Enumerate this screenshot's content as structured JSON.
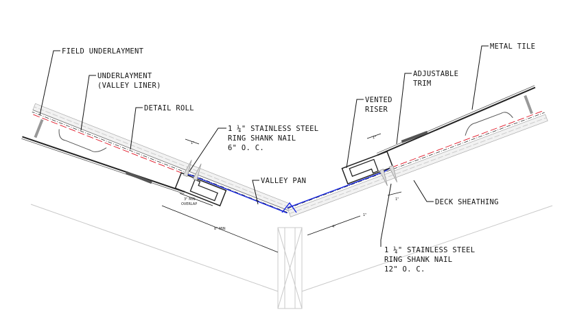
{
  "labels": {
    "field_underlayment": "FIELD UNDERLAYMENT",
    "underlayment_1": "UNDERLAYMENT",
    "underlayment_2": "(VALLEY LINER)",
    "detail_roll": "DETAIL ROLL",
    "nail_left_1": "1 ¼\" STAINLESS STEEL",
    "nail_left_2": "RING SHANK NAIL",
    "nail_left_3": "6\" O. C.",
    "valley_pan": "VALLEY PAN",
    "vented_riser_1": "VENTED",
    "vented_riser_2": "RISER",
    "adjustable_trim_1": "ADJUSTABLE",
    "adjustable_trim_2": "TRIM",
    "metal_tile": "METAL TILE",
    "deck_sheathing": "DECK SHEATHING",
    "nail_right_1": "1 ¼\" STAINLESS STEEL",
    "nail_right_2": "RING SHANK NAIL",
    "nail_right_3": "12\" O. C."
  },
  "dimensions": {
    "left_1in": "1\"",
    "overlap_1": "3\" MIN",
    "overlap_2": "OVERLAP",
    "eight_min": "8\" MIN",
    "four_in": "4\"",
    "right_1in_a": "1\"",
    "right_1in_b": "1\"",
    "right_1in_c": "1\""
  },
  "colors": {
    "valley_pan": "#1020e0",
    "underlayment": "#e01020"
  }
}
